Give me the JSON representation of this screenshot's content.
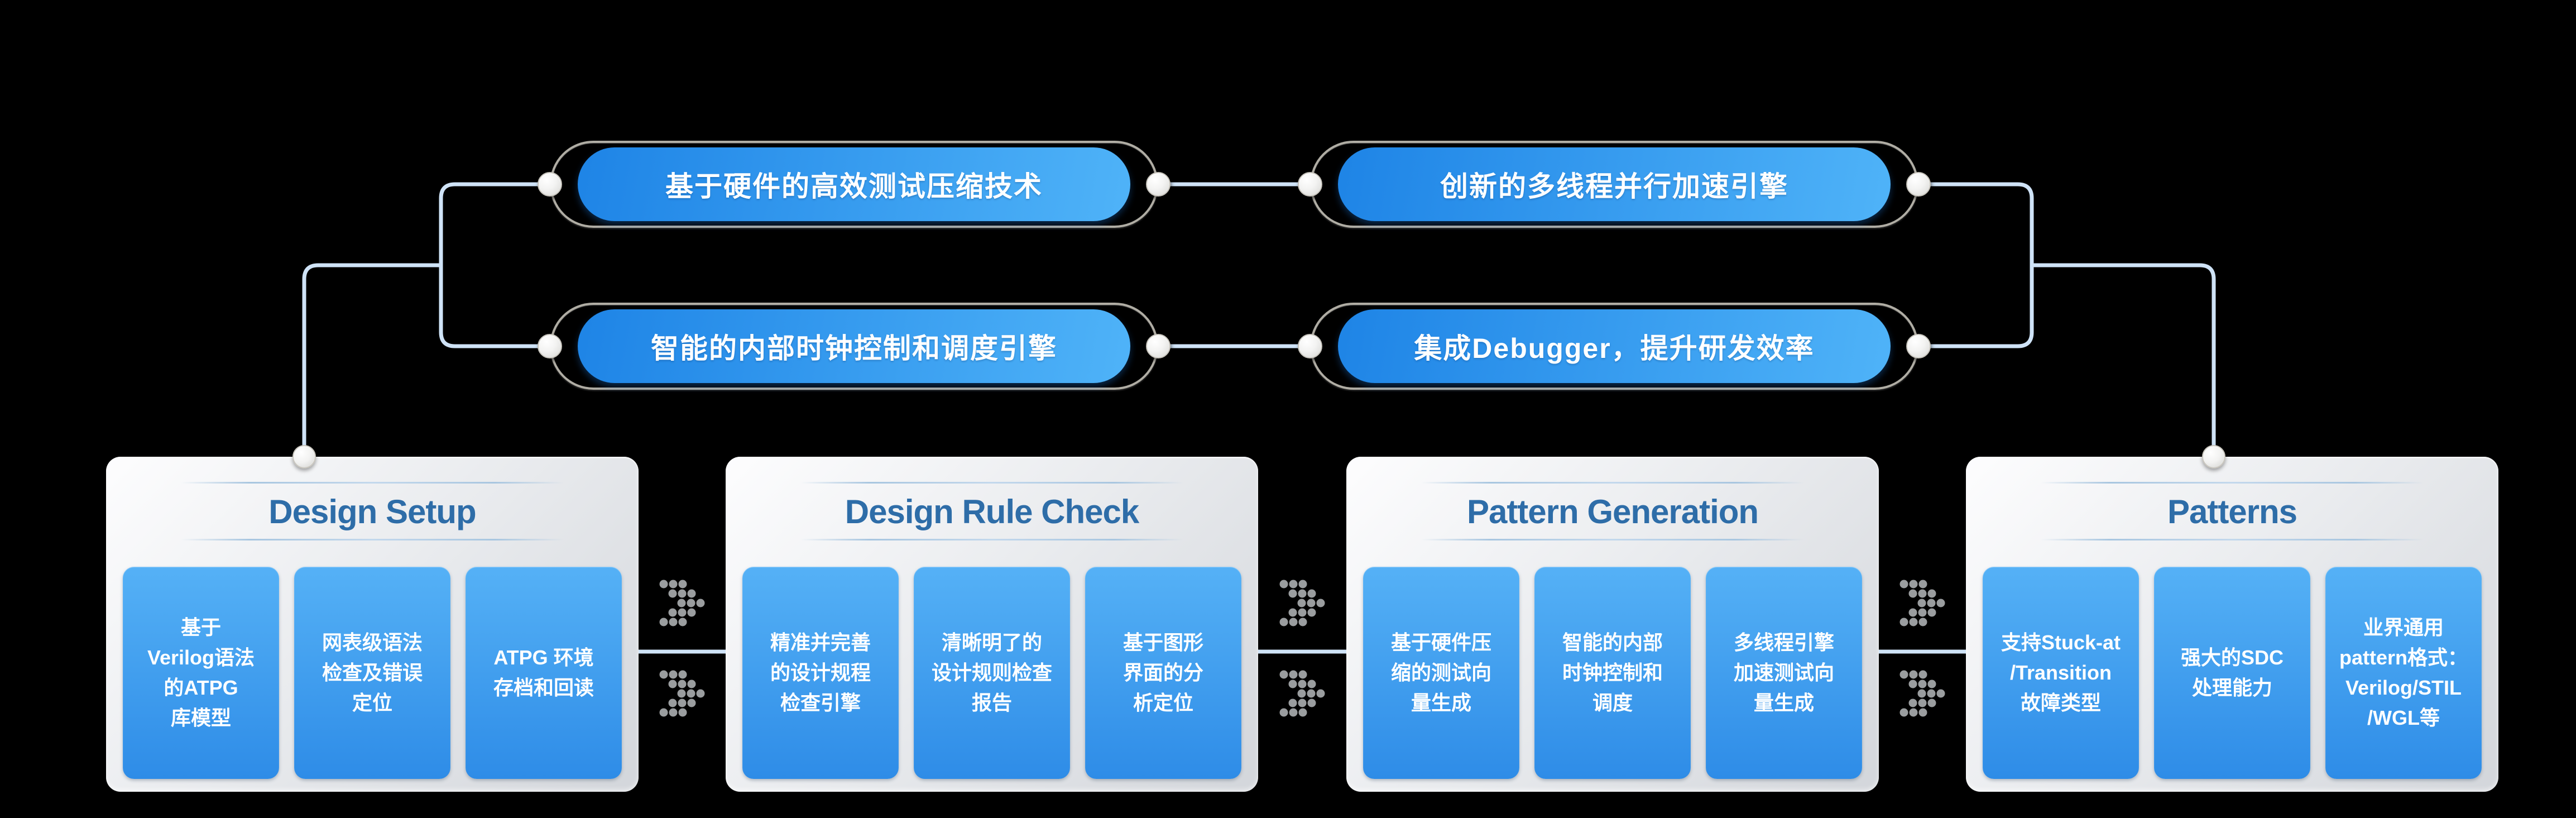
{
  "colors": {
    "background": "#000000",
    "pill_blue_start": "#1e84e6",
    "pill_blue_end": "#4fb3f8",
    "pill_ring": "#b0ada4",
    "node_fill": "#ffffff",
    "card_bg_start": "#fdfdfe",
    "card_bg_mid": "#e9ebee",
    "card_bg_end": "#d3d6db",
    "title_blue": "#2e6da8",
    "rule_blue": "#a8c6e0",
    "item_blue_start": "#55b1f6",
    "item_blue_end": "#2e8ce7",
    "wire_blue": "#cfe3f7",
    "dot_gray": "#9a9d9f"
  },
  "pills": [
    {
      "label": "基于硬件的高效测试压缩技术"
    },
    {
      "label": "创新的多线程并行加速引擎"
    },
    {
      "label": "智能的内部时钟控制和调度引擎"
    },
    {
      "label": "集成Debugger，提升研发效率"
    }
  ],
  "cards": [
    {
      "title": "Design Setup",
      "items": [
        "基于\nVerilog语法\n的ATPG\n库模型",
        "网表级语法\n检查及错误\n定位",
        "ATPG 环境\n存档和回读"
      ]
    },
    {
      "title": "Design Rule Check",
      "items": [
        "精准并完善\n的设计规程\n检查引擎",
        "清晰明了的\n设计规则检查\n报告",
        "基于图形\n界面的分\n析定位"
      ]
    },
    {
      "title": "Pattern Generation",
      "items": [
        "基于硬件压\n缩的测试向\n量生成",
        "智能的内部\n时钟控制和\n调度",
        "多线程引擎\n加速测试向\n量生成"
      ]
    },
    {
      "title": "Patterns",
      "items": [
        "支持Stuck-at\n/Transition\n故障类型",
        "强大的SDC\n处理能力",
        "业界通用\npattern格式：\nVerilog/STIL\n/WGL等"
      ]
    }
  ]
}
